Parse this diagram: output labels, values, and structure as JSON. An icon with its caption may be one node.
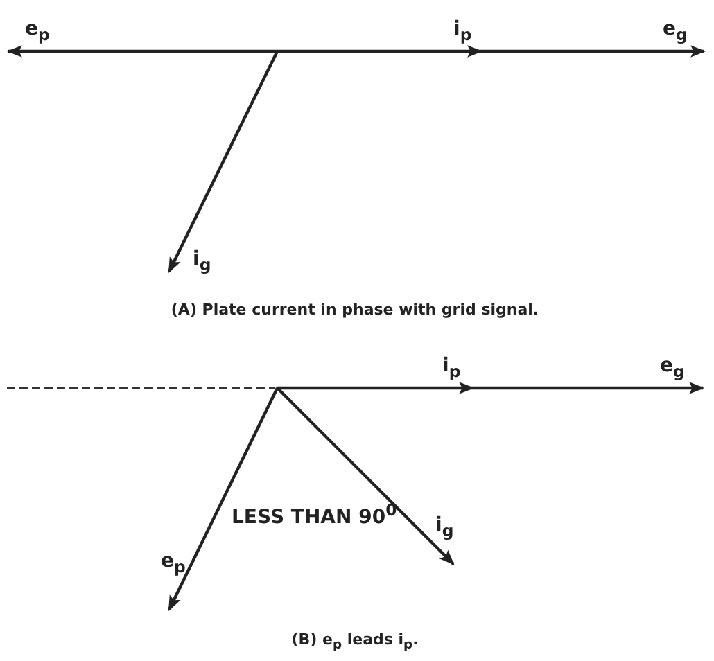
{
  "diagram": {
    "labels": [
      "e$_{p}$",
      "i$_{p}$",
      "e$_{g}$",
      "i$_{g}$",
      "(A) Plate current in phase with grid signal.",
      "i$_{p}$",
      "e$_{g}$",
      "LESS THAN 90$^{0}$",
      "i$_{g}$",
      "e$_{p}$",
      "(B) e$_{p}$ leads i$_{p}$."
    ]
  }
}
